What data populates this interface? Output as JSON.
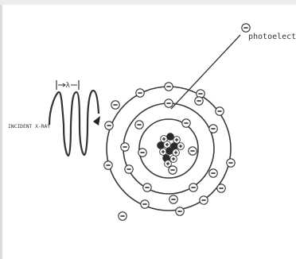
{
  "labels": {
    "incident_xray": "INCIDENT X-RAY",
    "photoelectron": "photoelectro",
    "wavelength_symbol": "λ"
  },
  "colors": {
    "ink": "#333333",
    "background": "#ffffff",
    "nucleon_dark": "#2a2a2a"
  },
  "icons": {
    "electron": "minus-sign-circle",
    "proton": "plus-sign-circle",
    "wave": "sine-wave"
  }
}
